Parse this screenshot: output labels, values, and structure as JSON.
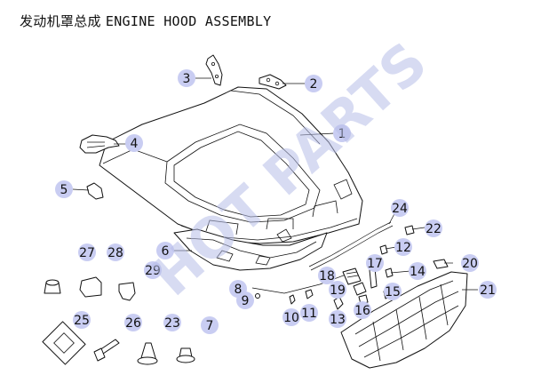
{
  "title": {
    "cn": "发动机罩总成",
    "en": "ENGINE HOOD ASSEMBLY"
  },
  "watermark": {
    "text": "HOT PARTS",
    "color": "#b7bde8"
  },
  "callout_color": "#c9cdf2",
  "callouts": [
    {
      "id": "1",
      "label": "1"
    },
    {
      "id": "2",
      "label": "2"
    },
    {
      "id": "3",
      "label": "3"
    },
    {
      "id": "4",
      "label": "4"
    },
    {
      "id": "5",
      "label": "5"
    },
    {
      "id": "6",
      "label": "6"
    },
    {
      "id": "7",
      "label": "7"
    },
    {
      "id": "8",
      "label": "8"
    },
    {
      "id": "9",
      "label": "9"
    },
    {
      "id": "10",
      "label": "10"
    },
    {
      "id": "11",
      "label": "11"
    },
    {
      "id": "12",
      "label": "12"
    },
    {
      "id": "13",
      "label": "13"
    },
    {
      "id": "14",
      "label": "14"
    },
    {
      "id": "15",
      "label": "15"
    },
    {
      "id": "16",
      "label": "16"
    },
    {
      "id": "17",
      "label": "17"
    },
    {
      "id": "18",
      "label": "18"
    },
    {
      "id": "19",
      "label": "19"
    },
    {
      "id": "20",
      "label": "20"
    },
    {
      "id": "21",
      "label": "21"
    },
    {
      "id": "22",
      "label": "22"
    },
    {
      "id": "23",
      "label": "23"
    },
    {
      "id": "24",
      "label": "24"
    },
    {
      "id": "25",
      "label": "25"
    },
    {
      "id": "26",
      "label": "26"
    },
    {
      "id": "27",
      "label": "27"
    },
    {
      "id": "28",
      "label": "28"
    },
    {
      "id": "29",
      "label": "29"
    }
  ]
}
